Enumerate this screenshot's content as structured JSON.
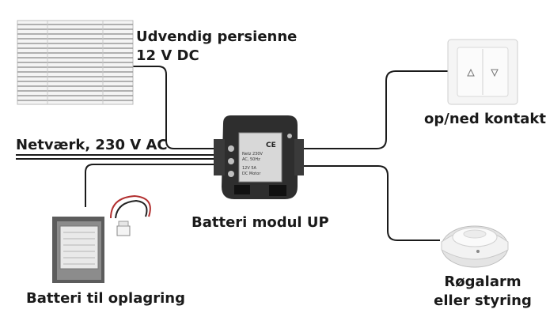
{
  "labels": {
    "blind_line1": "Udvendig persienne",
    "blind_line2": "12 V DC",
    "network": "Netværk, 230 V AC",
    "module": "Batteri modul UP",
    "switch": "op/ned kontakt",
    "battery": "Batteri til oplagring",
    "smoke_line1": "Røgalarm",
    "smoke_line2": "eller styring"
  },
  "module_face": {
    "ce": "CE",
    "line1": "Netz 230V",
    "line2": "AC, 50Hz",
    "line3": "12V 5A",
    "line4": "DC Motor"
  },
  "icons": {
    "blind": "venetian-blind-icon",
    "module": "battery-module-device-icon",
    "switch": "up-down-rocker-switch-icon",
    "battery": "battery-pack-icon",
    "smoke": "smoke-detector-icon"
  }
}
